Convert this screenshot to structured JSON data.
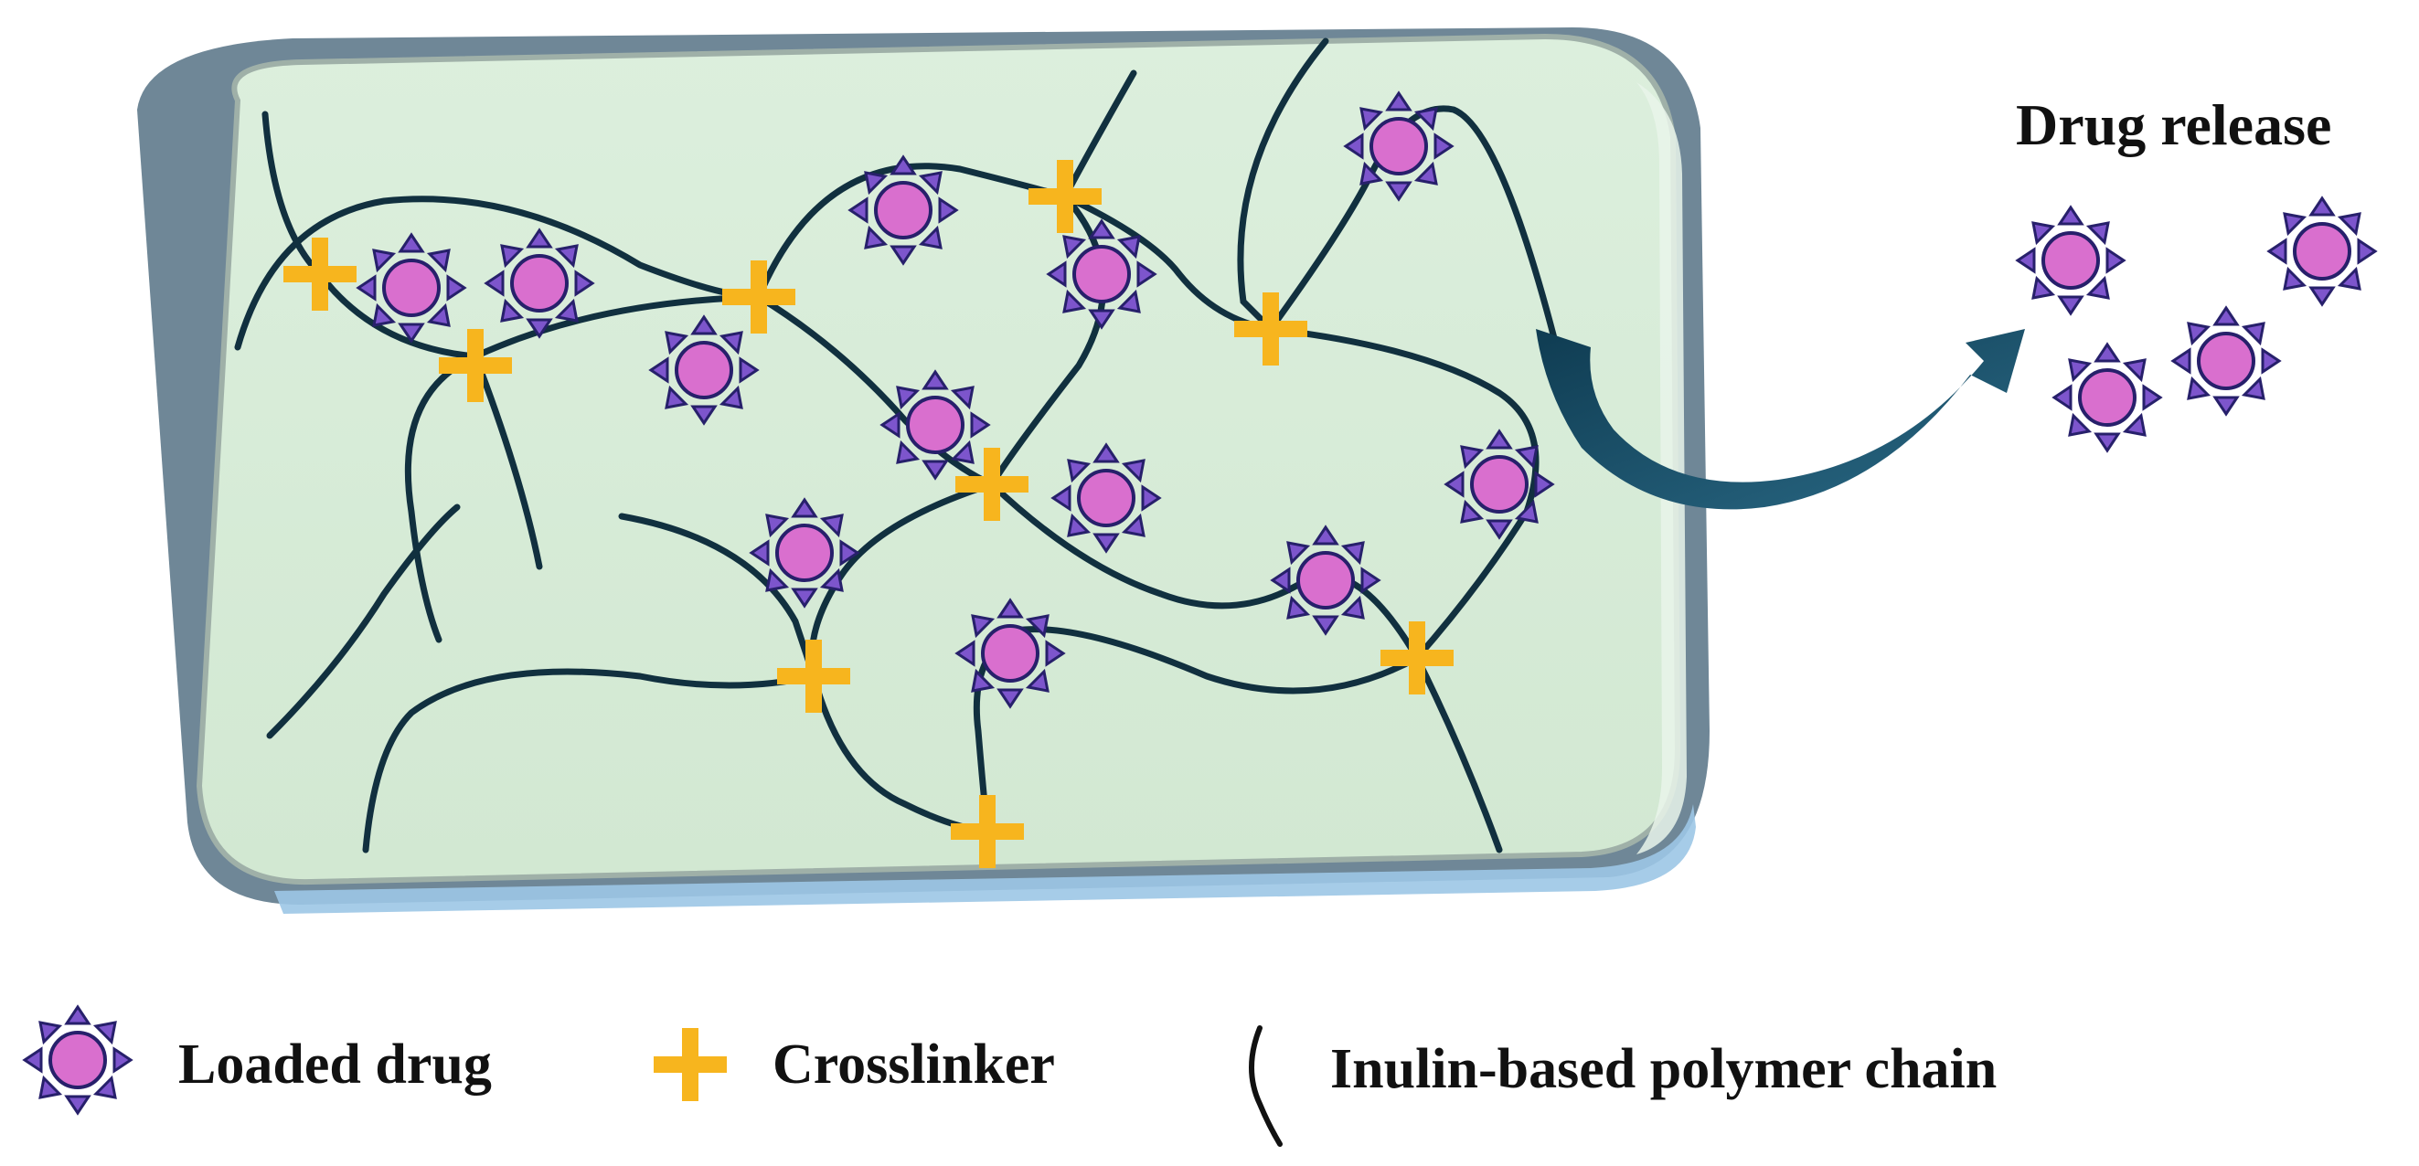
{
  "title": "Drug release",
  "legend": {
    "drug_label": "Loaded drug",
    "crosslinker_label": "Crosslinker",
    "polymer_label": "Inulin-based polymer chain"
  },
  "colors": {
    "hydrogel_fill": "#d6ecd6",
    "hydrogel_edge": "#9fb0a8",
    "slab_side": "#8ea5b3",
    "slab_highlight": "#9cc6e6",
    "polymer_chain": "#11303f",
    "crosslinker": "#f7b51e",
    "drug_core": "#d96fce",
    "drug_spikes": "#7d55cc",
    "drug_outline": "#27206b",
    "release_arrow": "#1f5870"
  }
}
